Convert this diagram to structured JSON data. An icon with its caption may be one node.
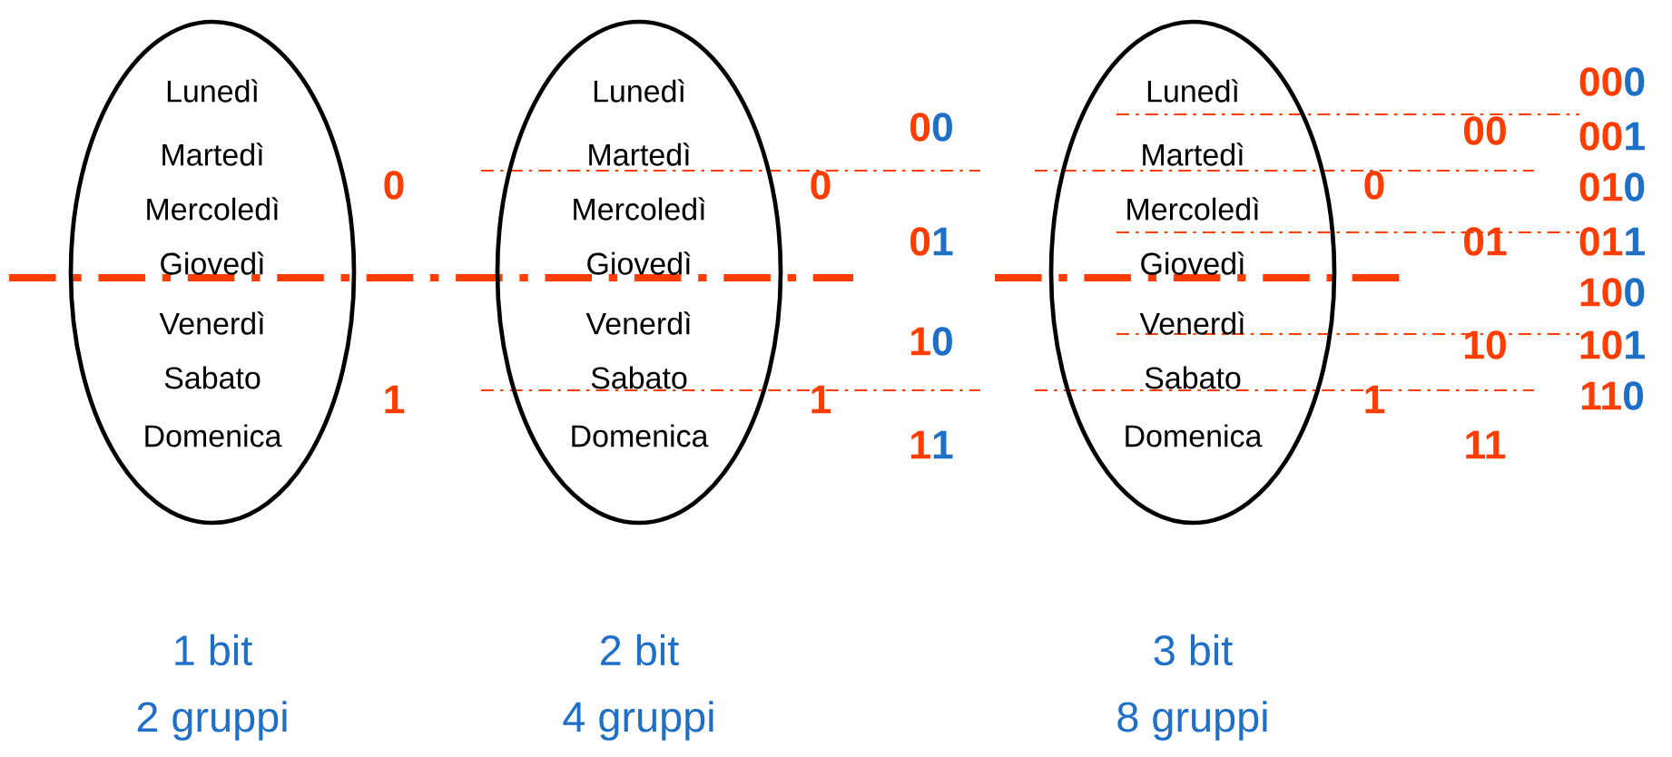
{
  "diagram": {
    "nodes": [
      {
        "text": [
          "Lunedì",
          "Martedì",
          "Mercoledì",
          "Giovedì",
          "Venerdì",
          "Sabato",
          "Domenica"
        ]
      },
      {
        "text": [
          "Lunedì",
          "Martedì",
          "Mercoledì",
          "Giovedì",
          "Venerdì",
          "Sabato",
          "Domenica"
        ]
      },
      {
        "text": [
          "Lunedì",
          "Martedì",
          "Mercoledì",
          "Giovedì",
          "Venerdì",
          "Sabato",
          "Domenica"
        ]
      }
    ],
    "labels": [
      "0",
      "1",
      "0",
      "1",
      "00",
      "01",
      "10",
      "11",
      "0",
      "1",
      "00",
      "01",
      "10",
      "11",
      "000",
      "001",
      "010",
      "011",
      "100",
      "101",
      "110",
      "1 bit",
      "2 gruppi",
      "2 bit",
      "4 gruppi",
      "3 bit",
      "8 gruppi"
    ]
  }
}
